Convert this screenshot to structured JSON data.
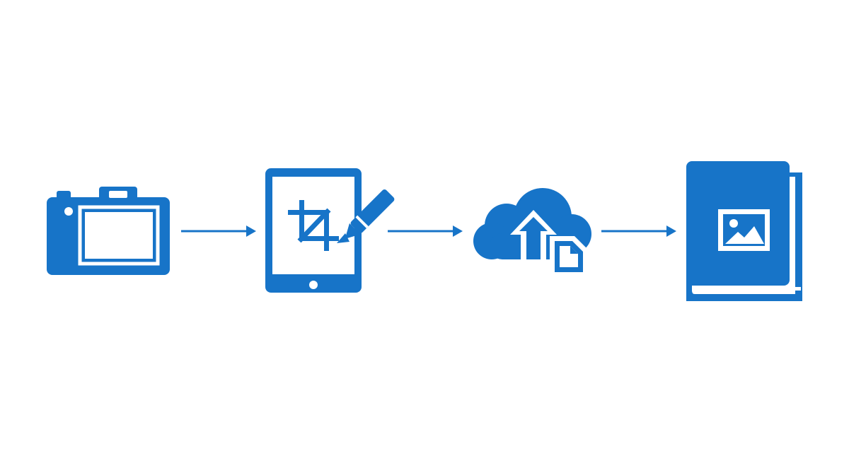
{
  "diagram": {
    "type": "process-flow",
    "accent_color": "#1774c8",
    "background_color": "#ffffff",
    "steps": [
      {
        "id": "capture",
        "icon": "camera-icon"
      },
      {
        "id": "edit",
        "icon": "tablet-crop-edit-icon"
      },
      {
        "id": "upload",
        "icon": "cloud-upload-icon"
      },
      {
        "id": "publish",
        "icon": "photo-book-icon"
      }
    ],
    "connectors": [
      {
        "from": "capture",
        "to": "edit"
      },
      {
        "from": "edit",
        "to": "upload"
      },
      {
        "from": "upload",
        "to": "publish"
      }
    ]
  }
}
